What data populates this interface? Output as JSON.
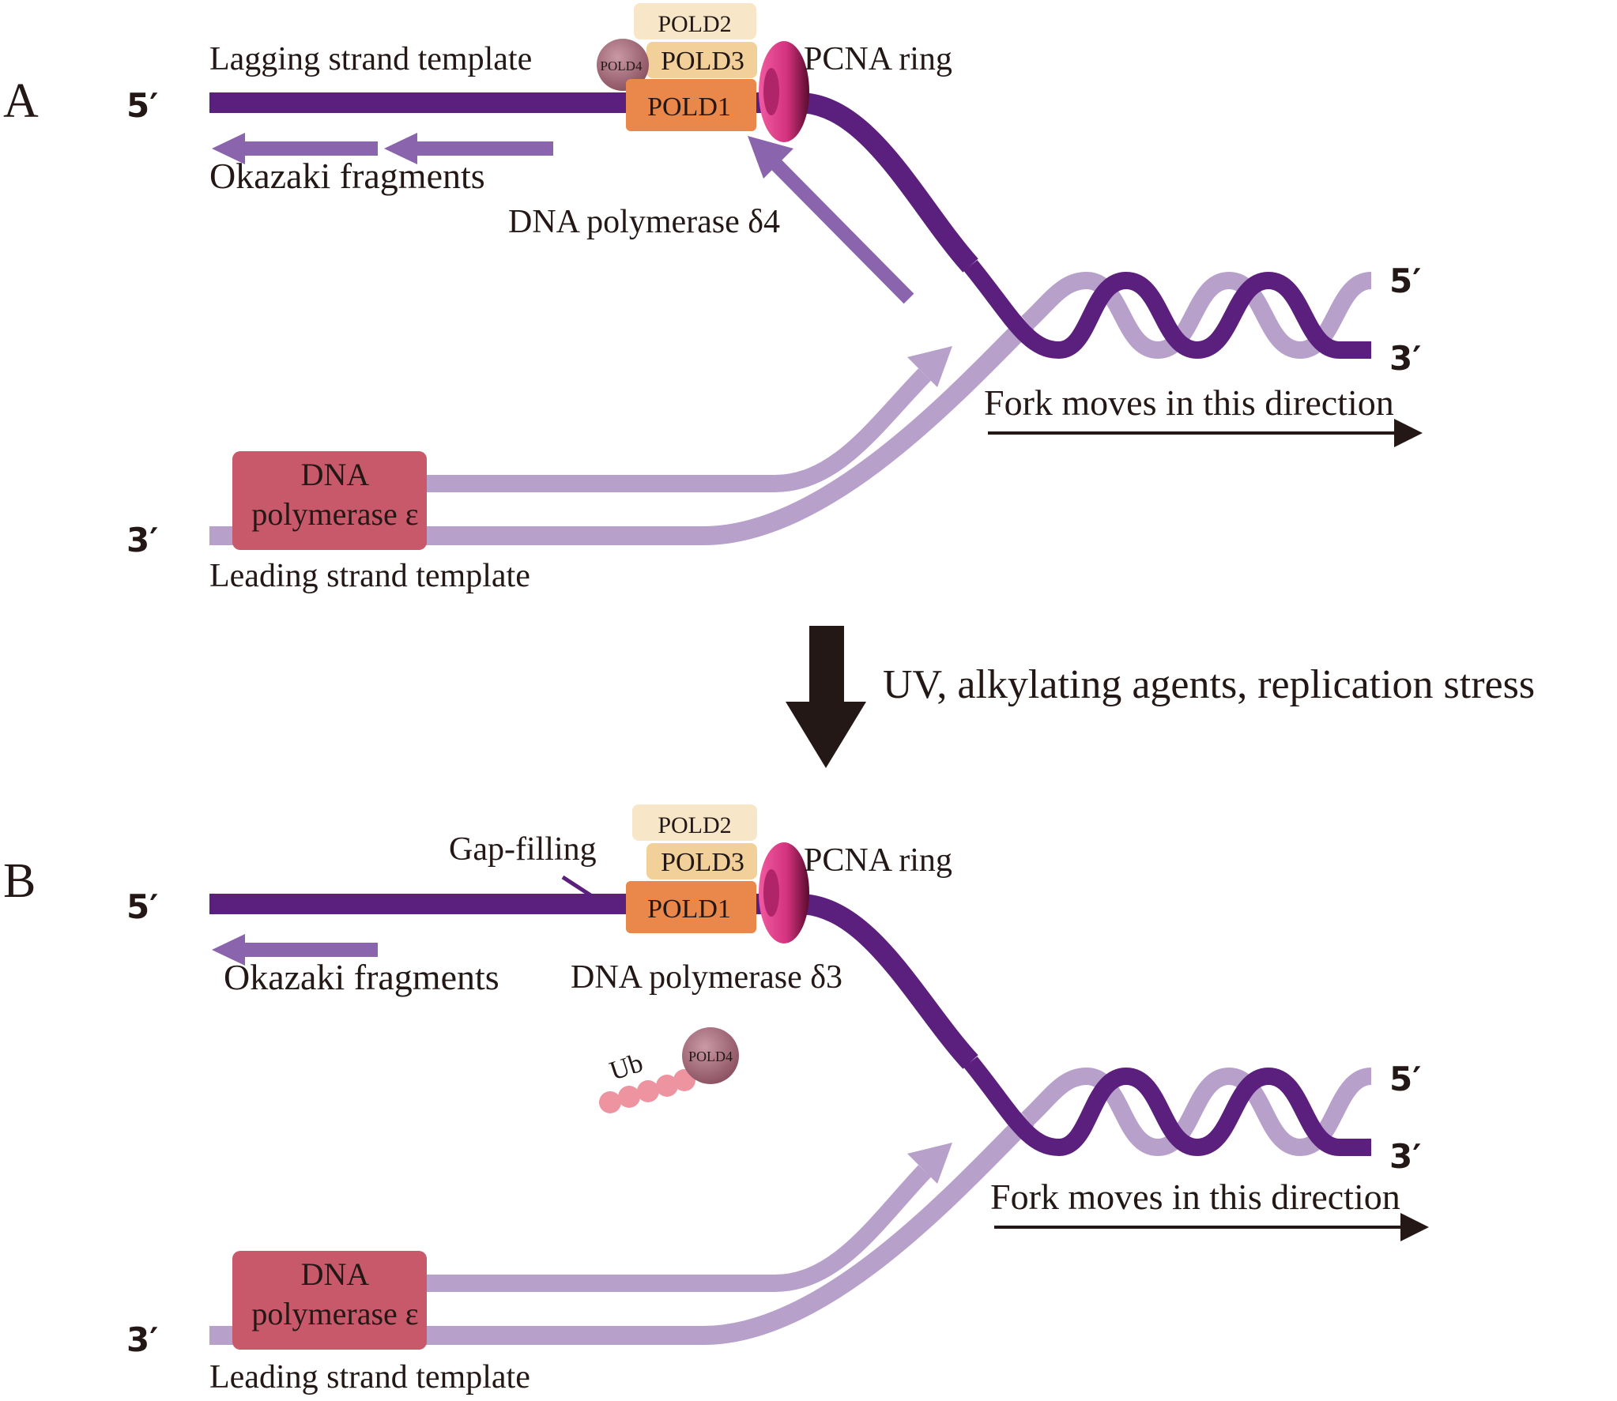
{
  "colors": {
    "lagging_strand": "#5b1f7d",
    "leading_strand": "#b7a0c9",
    "fragment_arrow": "#8a64ac",
    "pold1": "#e9884a",
    "pold2": "#f7e7c8",
    "pold3": "#f2d099",
    "pold4": "#9e6272",
    "pcna": "#d5337f",
    "pol_epsilon": "#c8596a",
    "ubiquitin": "#ee93a0",
    "black_arrow": "#231815"
  },
  "panel_a": {
    "panel_letter": "A",
    "lagging_5": "5′",
    "lagging_label": "Lagging strand template",
    "okazaki_label": "Okazaki fragments",
    "pold2": "POLD2",
    "pold3": "POLD3",
    "pold4": "POLD4",
    "pold1": "POLD1",
    "pcna_label": "PCNA ring",
    "polymerase_label": "DNA polymerase δ4",
    "helix_5": "5′",
    "helix_3": "3′",
    "fork_label": "Fork moves in this direction",
    "pol_epsilon_line1": "DNA",
    "pol_epsilon_line2": "polymerase ε",
    "leading_3": "3′",
    "leading_label": "Leading strand template"
  },
  "transition": {
    "label": "UV, alkylating agents, replication stress"
  },
  "panel_b": {
    "panel_letter": "B",
    "lagging_5": "5′",
    "gap_filling_label": "Gap-filling",
    "okazaki_label": "Okazaki fragments",
    "pold2": "POLD2",
    "pold3": "POLD3",
    "pold1": "POLD1",
    "pcna_label": "PCNA ring",
    "polymerase_label": "DNA polymerase δ3",
    "ub_label": "Ub",
    "pold4": "POLD4",
    "helix_5": "5′",
    "helix_3": "3′",
    "fork_label": "Fork moves in this direction",
    "pol_epsilon_line1": "DNA",
    "pol_epsilon_line2": "polymerase ε",
    "leading_3": "3′",
    "leading_label": "Leading strand template"
  }
}
